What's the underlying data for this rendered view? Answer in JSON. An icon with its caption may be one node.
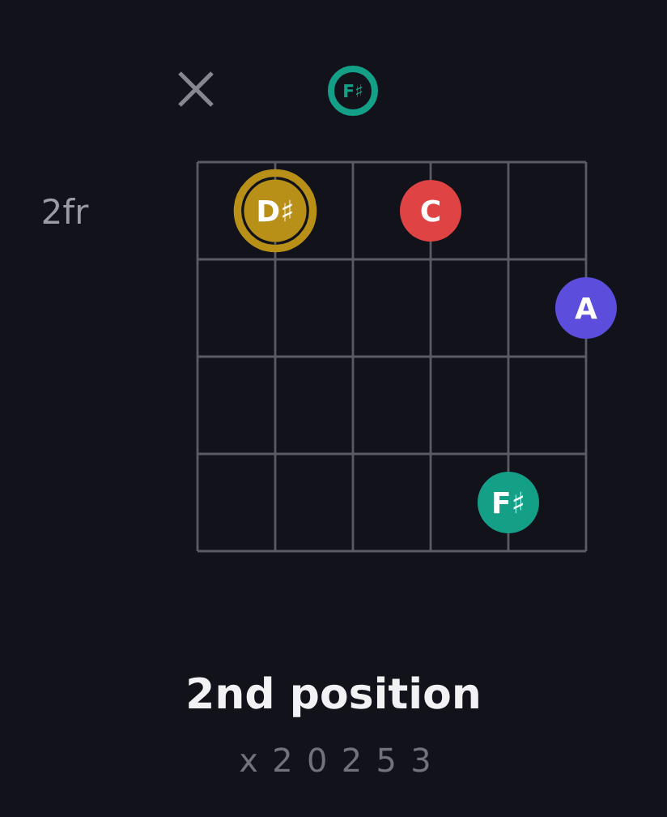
{
  "diagram": {
    "caption": "2nd position",
    "nodes": [
      {
        "text": [
          "F♯"
        ]
      },
      {
        "text": [
          "D♯"
        ]
      },
      {
        "text": [
          "C"
        ]
      },
      {
        "text": [
          "A"
        ]
      },
      {
        "text": [
          "F♯"
        ]
      }
    ],
    "labels": [
      "2fr",
      "x 2 0 2 5 3"
    ]
  }
}
